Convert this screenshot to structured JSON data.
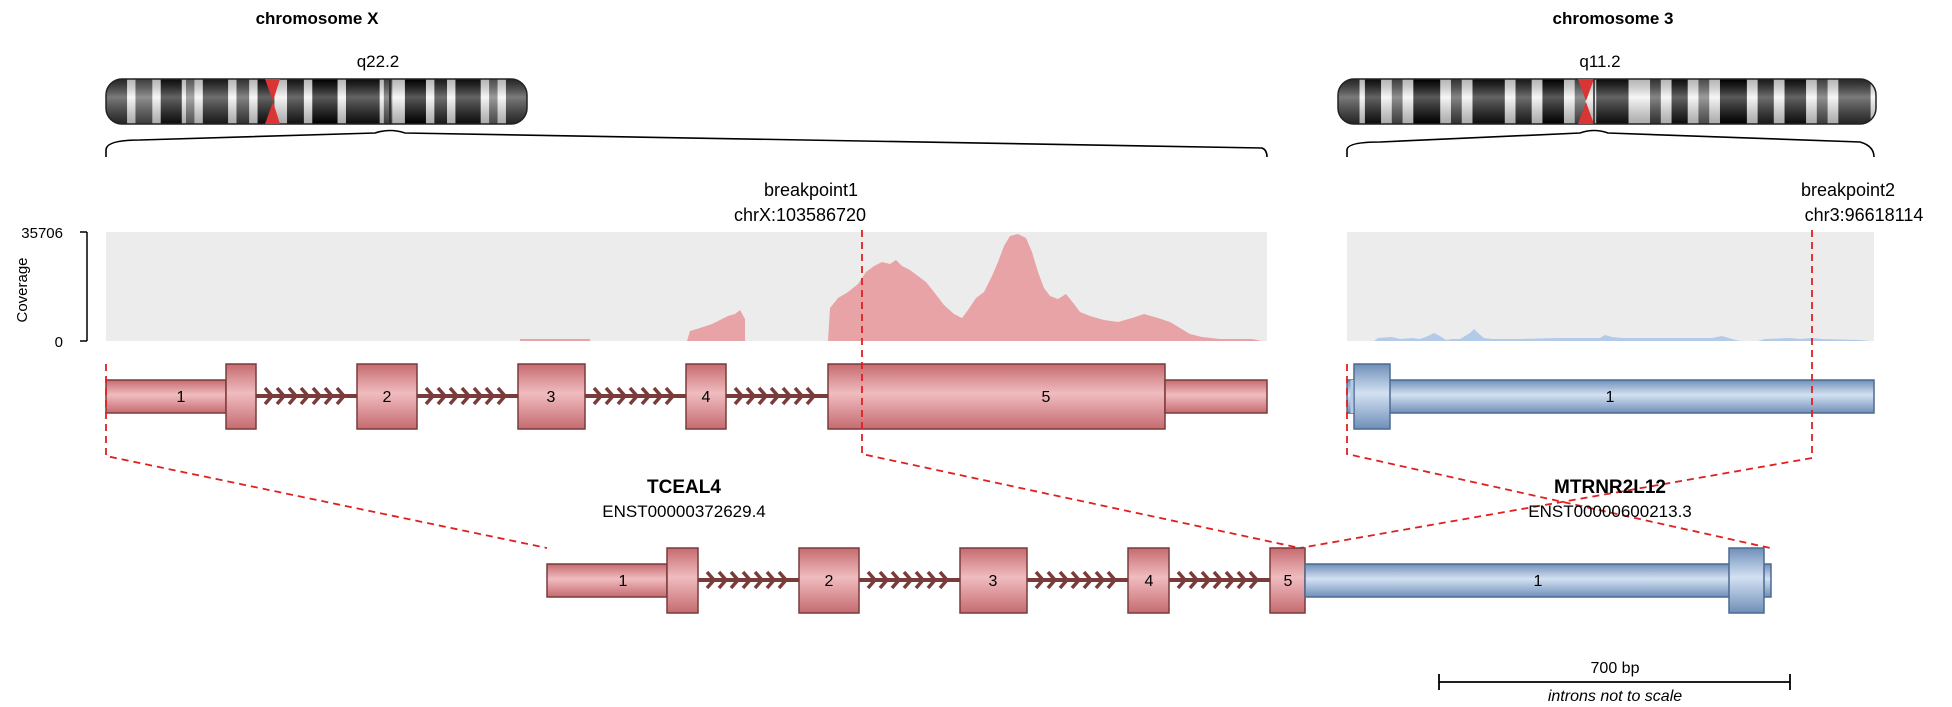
{
  "chromosomes": {
    "left": {
      "title": "chromosome X",
      "band": "q22.2"
    },
    "right": {
      "title": "chromosome 3",
      "band": "q11.2"
    }
  },
  "coverage": {
    "axis_label": "Coverage",
    "max_label": "35706",
    "min_label": "0"
  },
  "breakpoints": {
    "bp1": {
      "name": "breakpoint1",
      "position": "chrX:103586720"
    },
    "bp2": {
      "name": "breakpoint2",
      "position": "chr3:96618114"
    }
  },
  "genes": {
    "gene1": {
      "name": "TCEAL4",
      "transcript": "ENST00000372629.4",
      "exons": [
        "1",
        "2",
        "3",
        "4",
        "5"
      ]
    },
    "gene2": {
      "name": "MTRNR2L12",
      "transcript": "ENST00000600213.3",
      "exons": [
        "1"
      ]
    }
  },
  "fusion": {
    "exons": [
      "1",
      "2",
      "3",
      "4",
      "5",
      "1"
    ]
  },
  "scale_bar": {
    "label": "700 bp",
    "note": "introns not to scale"
  },
  "colors": {
    "gene1_fill": "#e8a3a6",
    "gene1_stroke": "#7a3b3b",
    "gene2_fill": "#b3cbe8",
    "gene2_stroke": "#4d6a8f",
    "coverage_bg": "#ececec",
    "coverage1": "#e8a3a6",
    "coverage2": "#b3cbe8",
    "breakpoint_line": "#e02020",
    "centromere": "#d93535"
  }
}
